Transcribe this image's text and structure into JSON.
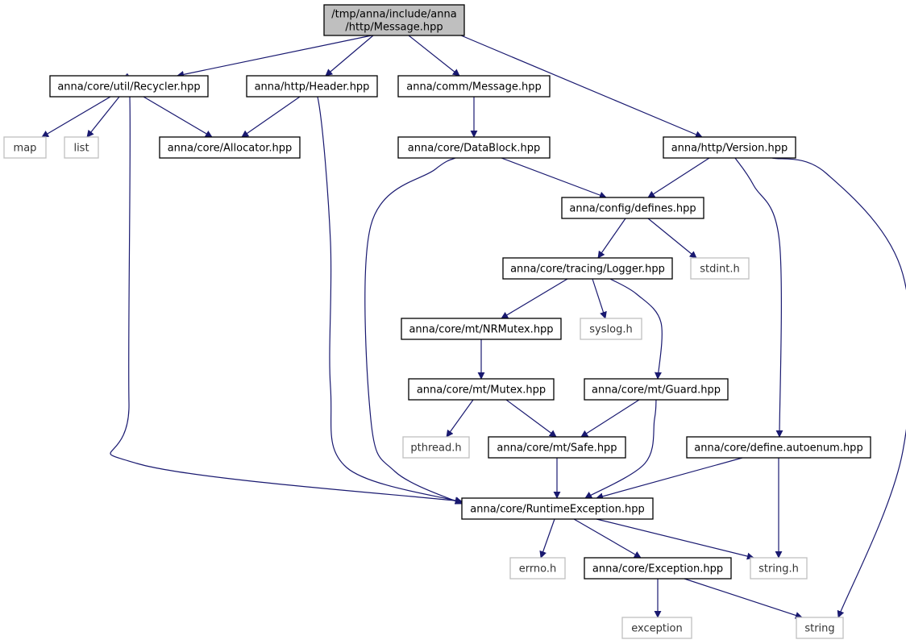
{
  "colors": {
    "edge": "#191970",
    "project_border": "#000000",
    "system_border": "#bfbfbf",
    "root_fill": "#bfbfbf",
    "node_fill": "#ffffff"
  },
  "nodes": [
    {
      "id": "root",
      "lines": [
        "/tmp/anna/include/anna",
        "/http/Message.hpp"
      ],
      "kind": "root"
    },
    {
      "id": "recycler",
      "lines": [
        "anna/core/util/Recycler.hpp"
      ],
      "kind": "project"
    },
    {
      "id": "http_header",
      "lines": [
        "anna/http/Header.hpp"
      ],
      "kind": "project"
    },
    {
      "id": "comm_message",
      "lines": [
        "anna/comm/Message.hpp"
      ],
      "kind": "project"
    },
    {
      "id": "http_version",
      "lines": [
        "anna/http/Version.hpp"
      ],
      "kind": "project"
    },
    {
      "id": "map",
      "lines": [
        "map"
      ],
      "kind": "system"
    },
    {
      "id": "list",
      "lines": [
        "list"
      ],
      "kind": "system"
    },
    {
      "id": "allocator",
      "lines": [
        "anna/core/Allocator.hpp"
      ],
      "kind": "project"
    },
    {
      "id": "datablock",
      "lines": [
        "anna/core/DataBlock.hpp"
      ],
      "kind": "project"
    },
    {
      "id": "defines",
      "lines": [
        "anna/config/defines.hpp"
      ],
      "kind": "project"
    },
    {
      "id": "logger",
      "lines": [
        "anna/core/tracing/Logger.hpp"
      ],
      "kind": "project"
    },
    {
      "id": "stdint",
      "lines": [
        "stdint.h"
      ],
      "kind": "system"
    },
    {
      "id": "nrmutex",
      "lines": [
        "anna/core/mt/NRMutex.hpp"
      ],
      "kind": "project"
    },
    {
      "id": "syslog",
      "lines": [
        "syslog.h"
      ],
      "kind": "system"
    },
    {
      "id": "mutex",
      "lines": [
        "anna/core/mt/Mutex.hpp"
      ],
      "kind": "project"
    },
    {
      "id": "guard",
      "lines": [
        "anna/core/mt/Guard.hpp"
      ],
      "kind": "project"
    },
    {
      "id": "pthread",
      "lines": [
        "pthread.h"
      ],
      "kind": "system"
    },
    {
      "id": "safe",
      "lines": [
        "anna/core/mt/Safe.hpp"
      ],
      "kind": "project"
    },
    {
      "id": "autoenum",
      "lines": [
        "anna/core/define.autoenum.hpp"
      ],
      "kind": "project"
    },
    {
      "id": "runtime_exception",
      "lines": [
        "anna/core/RuntimeException.hpp"
      ],
      "kind": "project"
    },
    {
      "id": "errno",
      "lines": [
        "errno.h"
      ],
      "kind": "system"
    },
    {
      "id": "exception_hpp",
      "lines": [
        "anna/core/Exception.hpp"
      ],
      "kind": "project"
    },
    {
      "id": "string_h",
      "lines": [
        "string.h"
      ],
      "kind": "system"
    },
    {
      "id": "exception",
      "lines": [
        "exception"
      ],
      "kind": "system"
    },
    {
      "id": "string",
      "lines": [
        "string"
      ],
      "kind": "system"
    }
  ],
  "edges": [
    {
      "from": "root",
      "to": "recycler"
    },
    {
      "from": "root",
      "to": "http_header"
    },
    {
      "from": "root",
      "to": "comm_message"
    },
    {
      "from": "root",
      "to": "http_version"
    },
    {
      "from": "recycler",
      "to": "map"
    },
    {
      "from": "recycler",
      "to": "list"
    },
    {
      "from": "recycler",
      "to": "allocator"
    },
    {
      "from": "recycler",
      "to": "runtime_exception"
    },
    {
      "from": "http_header",
      "to": "allocator"
    },
    {
      "from": "http_header",
      "to": "runtime_exception"
    },
    {
      "from": "comm_message",
      "to": "datablock"
    },
    {
      "from": "datablock",
      "to": "defines"
    },
    {
      "from": "datablock",
      "to": "runtime_exception"
    },
    {
      "from": "http_version",
      "to": "defines"
    },
    {
      "from": "http_version",
      "to": "autoenum"
    },
    {
      "from": "http_version",
      "to": "string"
    },
    {
      "from": "defines",
      "to": "logger"
    },
    {
      "from": "defines",
      "to": "stdint"
    },
    {
      "from": "logger",
      "to": "nrmutex"
    },
    {
      "from": "logger",
      "to": "syslog"
    },
    {
      "from": "logger",
      "to": "guard"
    },
    {
      "from": "nrmutex",
      "to": "mutex"
    },
    {
      "from": "mutex",
      "to": "pthread"
    },
    {
      "from": "mutex",
      "to": "safe"
    },
    {
      "from": "guard",
      "to": "safe"
    },
    {
      "from": "guard",
      "to": "runtime_exception"
    },
    {
      "from": "safe",
      "to": "runtime_exception"
    },
    {
      "from": "autoenum",
      "to": "runtime_exception"
    },
    {
      "from": "autoenum",
      "to": "string_h"
    },
    {
      "from": "runtime_exception",
      "to": "errno"
    },
    {
      "from": "runtime_exception",
      "to": "exception_hpp"
    },
    {
      "from": "runtime_exception",
      "to": "string_h"
    },
    {
      "from": "exception_hpp",
      "to": "exception"
    },
    {
      "from": "exception_hpp",
      "to": "string"
    }
  ]
}
